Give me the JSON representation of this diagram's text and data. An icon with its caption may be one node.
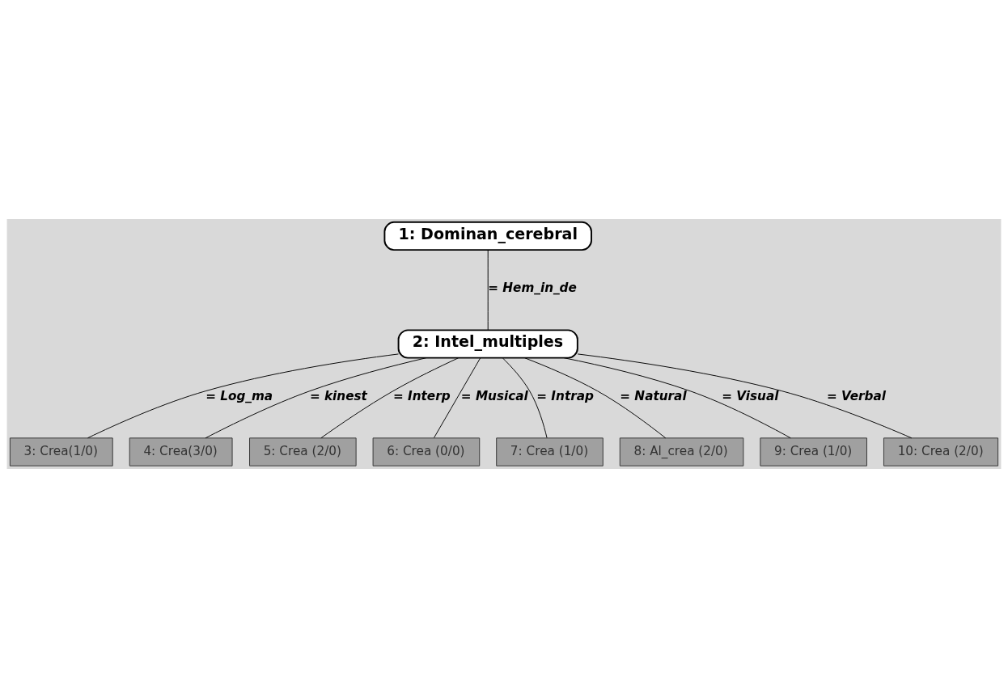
{
  "diagram": {
    "nodes": [
      {
        "text": [
          "1: Dominan_cerebral"
        ]
      },
      {
        "text": [
          "2: Intel_multiples"
        ]
      },
      {
        "text": [
          "3: Crea(1/0)"
        ]
      },
      {
        "text": [
          "4: Crea(3/0)"
        ]
      },
      {
        "text": [
          "5: Crea (2/0)"
        ]
      },
      {
        "text": [
          "6: Crea (0/0)"
        ]
      },
      {
        "text": [
          "7: Crea (1/0)"
        ]
      },
      {
        "text": [
          "8: Al_crea (2/0)"
        ]
      },
      {
        "text": [
          "9: Crea (1/0)"
        ]
      },
      {
        "text": [
          "10: Crea (2/0)"
        ]
      }
    ],
    "edges": [
      {
        "from": 0,
        "to": 1,
        "arrow": "none",
        "label": "= Hem_in_de"
      },
      {
        "from": 1,
        "to": 2,
        "arrow": "none",
        "label": "= Log_ma"
      },
      {
        "from": 1,
        "to": 3,
        "arrow": "none",
        "label": "= kinest"
      },
      {
        "from": 1,
        "to": 4,
        "arrow": "none",
        "label": "= Interp"
      },
      {
        "from": 1,
        "to": 5,
        "arrow": "none",
        "label": "= Musical"
      },
      {
        "from": 1,
        "to": 6,
        "arrow": "none",
        "label": "= Intrap"
      },
      {
        "from": 1,
        "to": 7,
        "arrow": "none",
        "label": "= Natural"
      },
      {
        "from": 1,
        "to": 8,
        "arrow": "none",
        "label": "= Visual"
      },
      {
        "from": 1,
        "to": 9,
        "arrow": "none",
        "label": "= Verbal"
      }
    ]
  }
}
